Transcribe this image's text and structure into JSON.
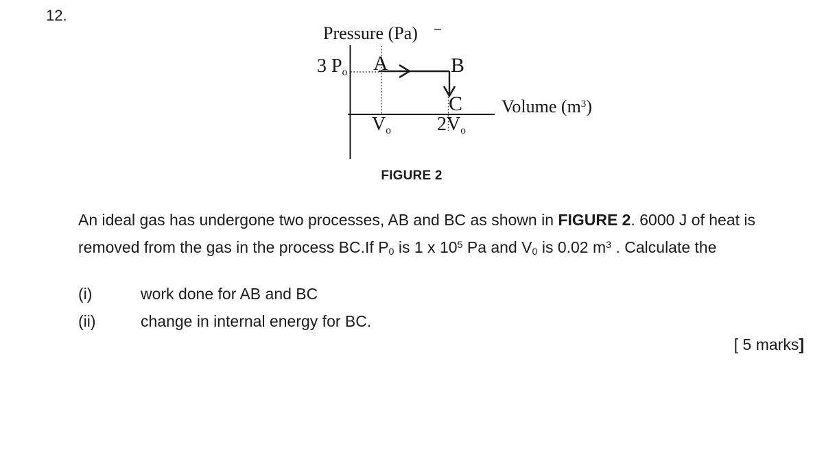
{
  "question_number": "12.",
  "figure": {
    "pressure_axis_label": "Pressure  (Pa)",
    "volume_axis_label": {
      "main": "Volume  (m",
      "sup": "3",
      "close": ")"
    },
    "pressure_tick": {
      "main": "3 P",
      "sub": "o"
    },
    "point_a": "A",
    "point_b": "B",
    "point_c": "C",
    "volume_tick_v0": {
      "main": "V",
      "sub": "o"
    },
    "volume_tick_2v0": {
      "main": "2V",
      "sub": "o"
    },
    "caption": "FIGURE 2"
  },
  "question": {
    "line1_pre": "An ideal gas has undergone two processes, AB and BC as shown in ",
    "line1_bold": "FIGURE 2",
    "line1_post": ". 6000 J of heat is",
    "line2_seg1": "removed from the gas in the process BC.If P",
    "line2_sub1": "0",
    "line2_seg2": " is 1 x 10",
    "line2_sup1": "5",
    "line2_seg3": " Pa and V",
    "line2_sub2": "0",
    "line2_seg4": " is 0.02 m",
    "line2_sup2": "3",
    "line2_seg5": " . Calculate the"
  },
  "items": [
    {
      "num": "(i)",
      "text": "work done for AB and BC"
    },
    {
      "num": "(ii)",
      "text": "change in internal energy for BC."
    }
  ],
  "marks": {
    "text": "[ 5 marks",
    "bracket": "]"
  }
}
